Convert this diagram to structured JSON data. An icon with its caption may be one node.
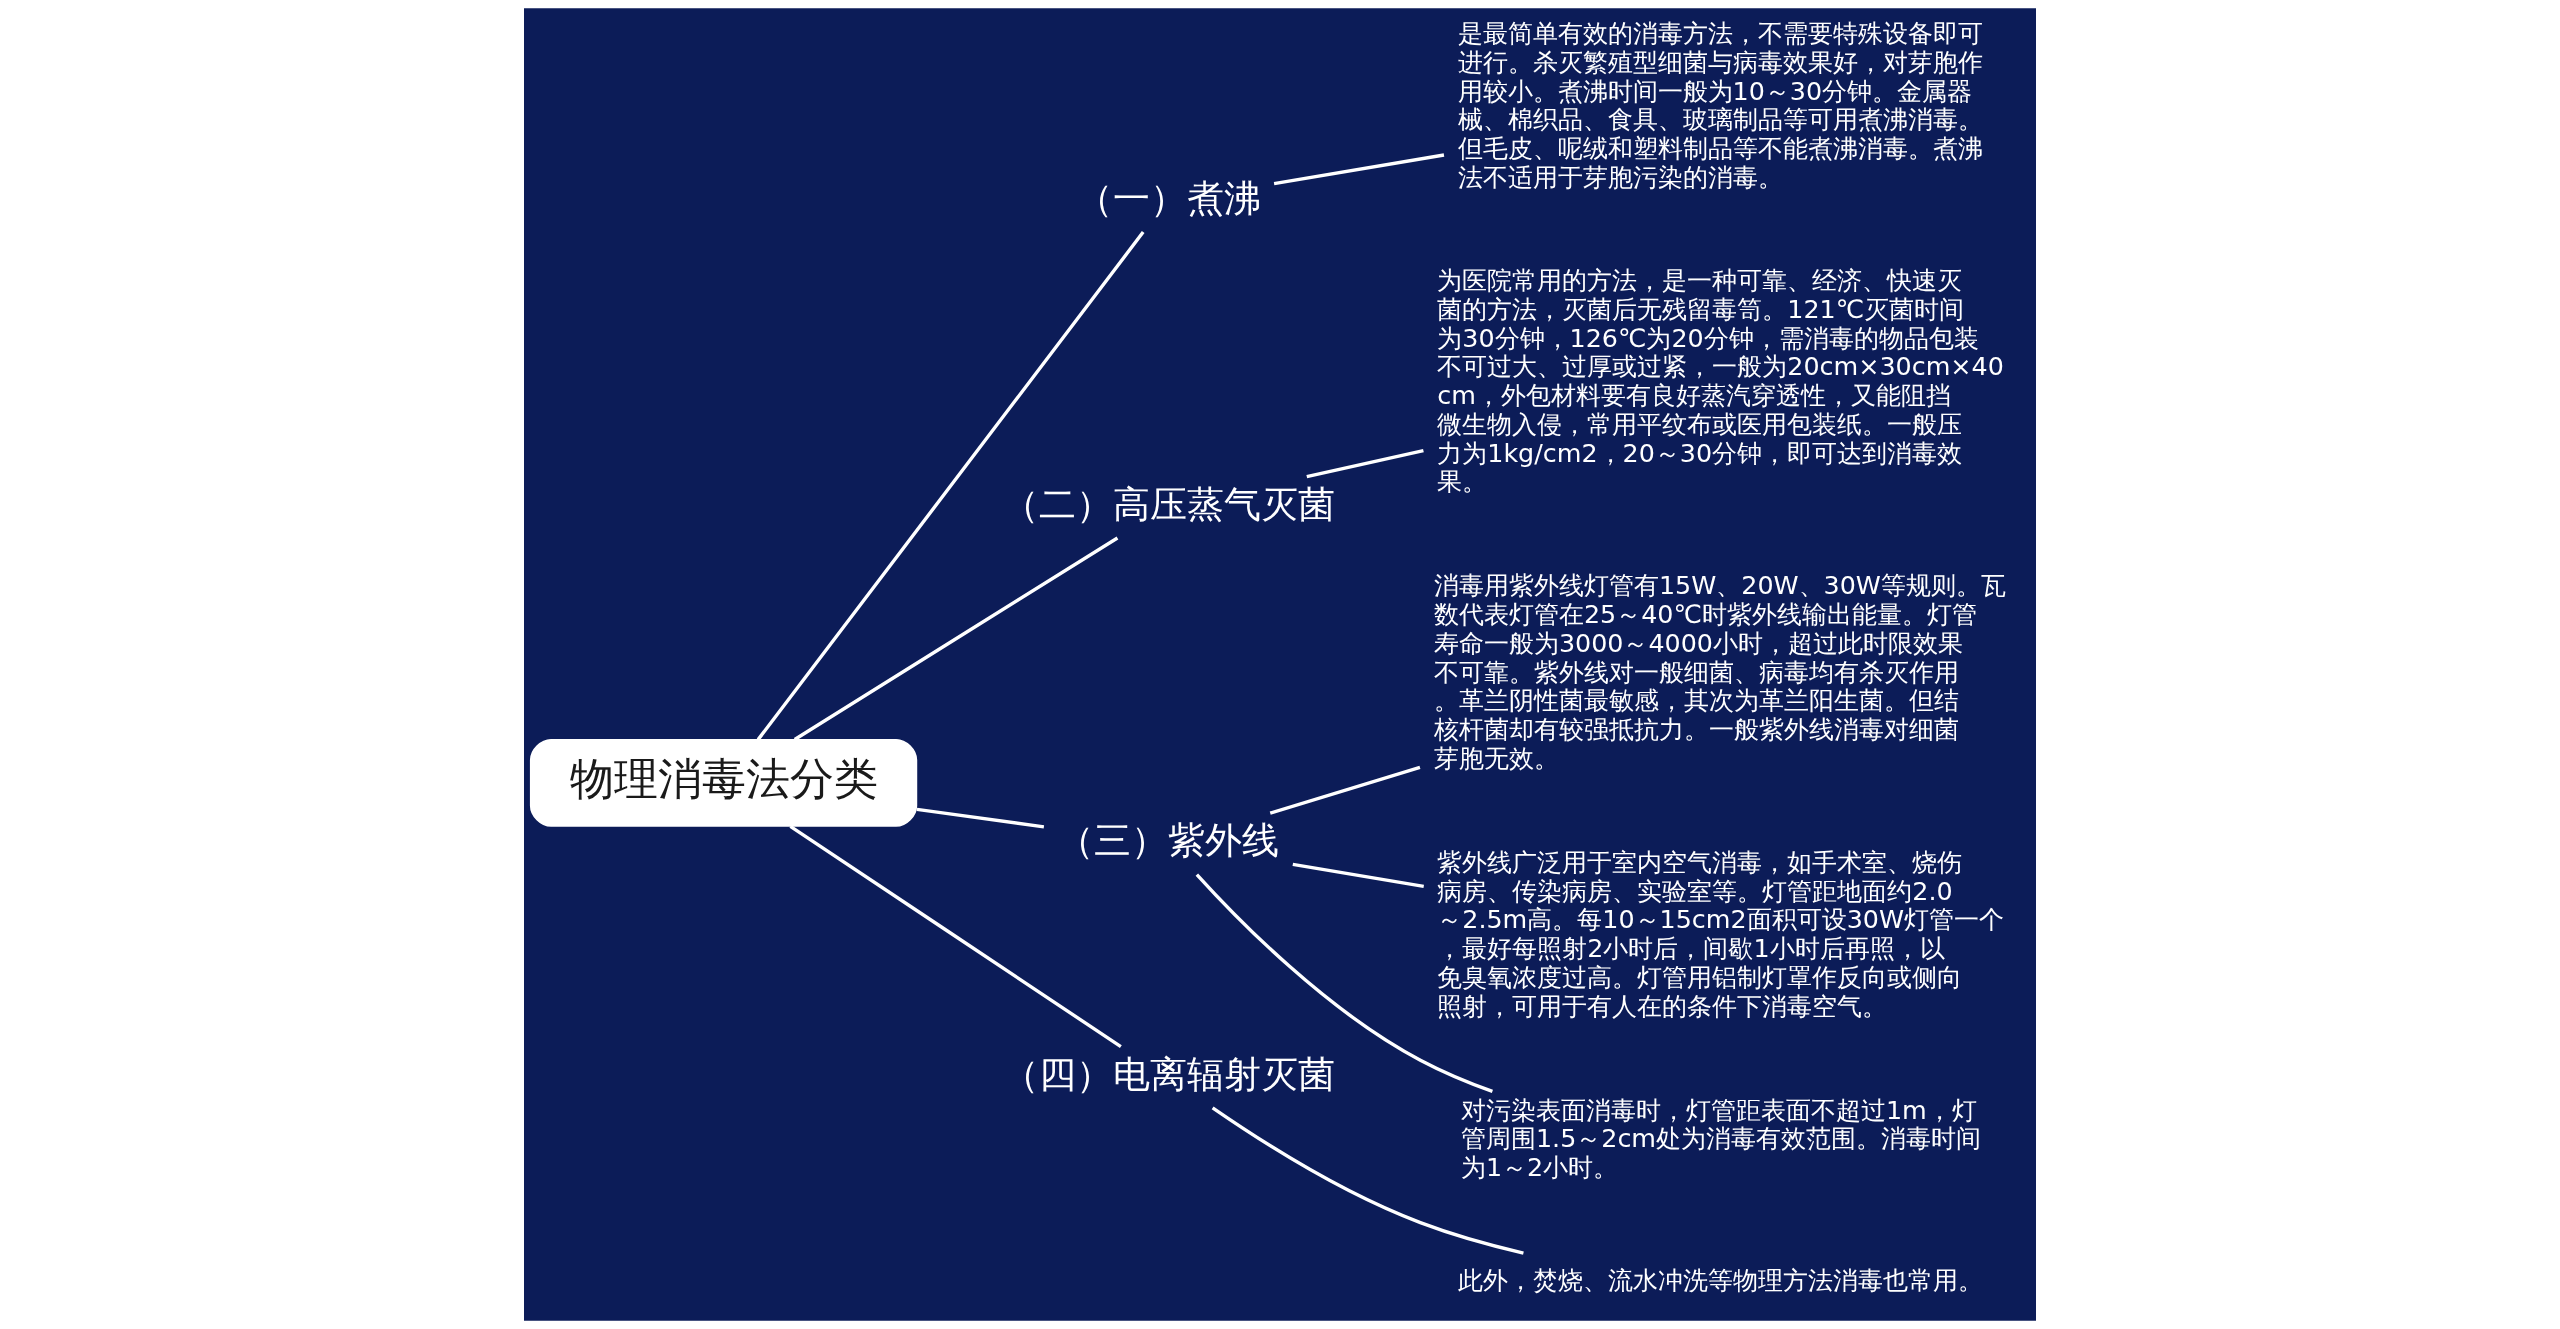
{
  "diagram": {
    "nodes": [
      {
        "text": [
          "物理消毒法分类"
        ]
      },
      {
        "text": [
          "（一）煮沸"
        ]
      },
      {
        "text": [
          "是最简单有效的消毒方法，不需要特殊设备即可进行。杀灭繁殖型细菌与病毒效果好，对芽胞作用较小。煮沸时间一般为10～30分钟。金属器械、棉织品、食具、玻璃制品等可用煮沸消毒。但毛皮、呢绒和塑料制品等不能煮沸消毒。煮沸法不适用于芽胞污染的消毒。"
        ]
      },
      {
        "text": [
          "（二）高压蒸气灭菌"
        ]
      },
      {
        "text": [
          "为医院常用的方法，是一种可靠、经济、快速灭菌的方法，灭菌后无残留毒笥。121℃灭菌时间为30分钟，126℃为20分钟，需消毒的物品包装不可过大、过厚或过紧，一般为20cm×30cm×40cm，外包材料要有良好蒸汽穿透性，又能阻挡微生物入侵，常用平纹布或医用包装纸。一般压力为1kg/cm2，20～30分钟，即可达到消毒效果。"
        ]
      },
      {
        "text": [
          "（三）紫外线"
        ]
      },
      {
        "text": [
          "消毒用紫外线灯管有15W、20W、30W等规则。瓦数代表灯管在25～40℃时紫外线输出能量。灯管寿命一般为3000～4000小时，超过此时限效果不可靠。紫外线对一般细菌、病毒均有杀灭作用。革兰阴性菌最敏感，其次为革兰阳生菌。但结核杆菌却有较强抵抗力。一般紫外线消毒对细菌芽胞无效。"
        ]
      },
      {
        "text": [
          "紫外线广泛用于室内空气消毒，如手术室、烧伤病房、传染病房、实验室等。灯管距地面约2.0～2.5m高。每10～15cm2面积可设30W灯管一个，最好每照射2小时后，间歇1小时后再照，以免臭氧浓度过高。灯管用铝制灯罩作反向或侧向照射，可用于有人在的条件下消毒空气。"
        ]
      },
      {
        "text": [
          "对污染表面消毒时，灯管距表面不超过1m，灯管周围1.5～2cm处为消毒有效范围。消毒时间为1～2小时。"
        ]
      },
      {
        "text": [
          "（四）电离辐射灭菌"
        ]
      },
      {
        "text": [
          "此外，焚烧、流水冲洗等物理方法消毒也常用。"
        ]
      }
    ],
    "edges": [
      {
        "from": 0,
        "to": 1,
        "arrow": "none"
      },
      {
        "from": 1,
        "to": 2,
        "arrow": "none"
      },
      {
        "from": 0,
        "to": 3,
        "arrow": "none"
      },
      {
        "from": 3,
        "to": 4,
        "arrow": "none"
      },
      {
        "from": 0,
        "to": 5,
        "arrow": "none"
      },
      {
        "from": 5,
        "to": 6,
        "arrow": "none"
      },
      {
        "from": 5,
        "to": 7,
        "arrow": "none"
      },
      {
        "from": 5,
        "to": 8,
        "arrow": "none"
      },
      {
        "from": 0,
        "to": 9,
        "arrow": "none"
      },
      {
        "from": 9,
        "to": 10,
        "arrow": "none"
      }
    ]
  }
}
